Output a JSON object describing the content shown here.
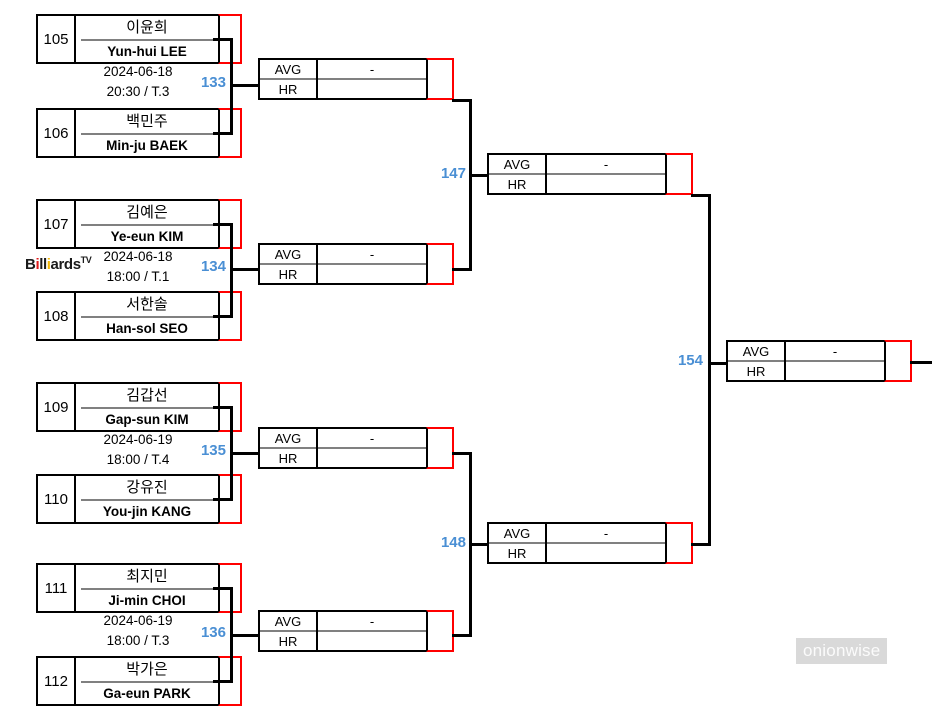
{
  "branding": {
    "logo_text_1": "B",
    "logo_dot_1": "i",
    "logo_text_2": "ll",
    "logo_dot_2": "i",
    "logo_text_3": "ards",
    "logo_sup": "TV",
    "logo_dot_color_1": "#e01b1b",
    "logo_dot_color_2": "#f2b707",
    "watermark": "onionwise"
  },
  "theme": {
    "winner_border": "#ff0000",
    "box_border": "#000000",
    "divider": "#808080",
    "match_number_color": "#4a8fd4",
    "background": "#ffffff"
  },
  "stat_labels": {
    "avg": "AVG",
    "hr": "HR",
    "empty_value": "-"
  },
  "round1": [
    {
      "match_number": "133",
      "date": "2024-06-18",
      "time_table": "20:30 / T.3",
      "players": [
        {
          "seed": "105",
          "name_ko": "이윤희",
          "name_en": "Yun-hui LEE",
          "score": ""
        },
        {
          "seed": "106",
          "name_ko": "백민주",
          "name_en": "Min-ju BAEK",
          "score": ""
        }
      ]
    },
    {
      "match_number": "134",
      "date": "2024-06-18",
      "time_table": "18:00 / T.1",
      "players": [
        {
          "seed": "107",
          "name_ko": "김예은",
          "name_en": "Ye-eun KIM",
          "score": ""
        },
        {
          "seed": "108",
          "name_ko": "서한솔",
          "name_en": "Han-sol SEO",
          "score": ""
        }
      ]
    },
    {
      "match_number": "135",
      "date": "2024-06-19",
      "time_table": "18:00 / T.4",
      "players": [
        {
          "seed": "109",
          "name_ko": "김갑선",
          "name_en": "Gap-sun KIM",
          "score": ""
        },
        {
          "seed": "110",
          "name_ko": "강유진",
          "name_en": "You-jin KANG",
          "score": ""
        }
      ]
    },
    {
      "match_number": "136",
      "date": "2024-06-19",
      "time_table": "18:00 / T.3",
      "players": [
        {
          "seed": "111",
          "name_ko": "최지민",
          "name_en": "Ji-min CHOI",
          "score": ""
        },
        {
          "seed": "112",
          "name_ko": "박가은",
          "name_en": "Ga-eun PARK",
          "score": ""
        }
      ]
    }
  ],
  "round2": [
    {
      "match_number": "133",
      "avg": "-",
      "hr": "",
      "score": ""
    },
    {
      "match_number": "134",
      "avg": "-",
      "hr": "",
      "score": ""
    },
    {
      "match_number": "135",
      "avg": "-",
      "hr": "",
      "score": ""
    },
    {
      "match_number": "136",
      "avg": "-",
      "hr": "",
      "score": ""
    }
  ],
  "round3": [
    {
      "match_number": "147",
      "avg": "-",
      "hr": "",
      "score": ""
    },
    {
      "match_number": "148",
      "avg": "-",
      "hr": "",
      "score": ""
    }
  ],
  "final": {
    "match_number": "154",
    "avg": "-",
    "hr": "",
    "score": ""
  }
}
